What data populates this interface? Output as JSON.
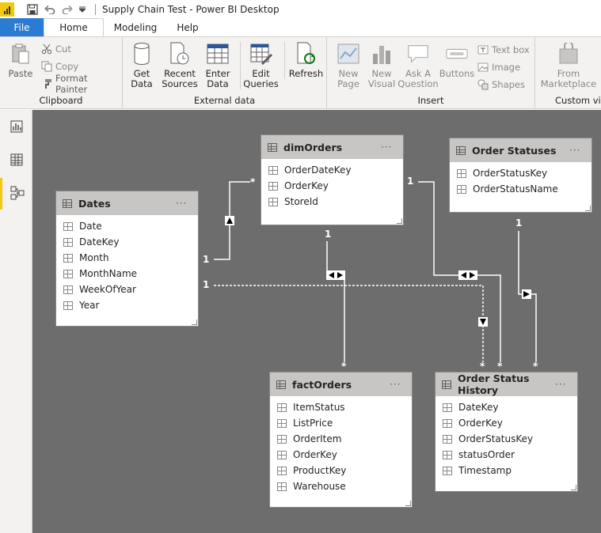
{
  "window": {
    "title": "Supply Chain Test - Power BI Desktop"
  },
  "quick_access": {
    "save_icon": "save-icon",
    "undo_icon": "undo-icon",
    "redo_icon": "redo-icon",
    "customize_icon": "chevron-down-icon"
  },
  "tabs": [
    {
      "label": "File"
    },
    {
      "label": "Home"
    },
    {
      "label": "Modeling"
    },
    {
      "label": "Help"
    }
  ],
  "ribbon": {
    "clipboard": {
      "label": "Clipboard",
      "paste": "Paste",
      "cut": "Cut",
      "copy": "Copy",
      "format_painter": "Format Painter"
    },
    "external_data": {
      "label": "External data",
      "get_data": "Get\nData",
      "recent_sources": "Recent\nSources",
      "enter_data": "Enter\nData",
      "edit_queries": "Edit\nQueries",
      "refresh": "Refresh"
    },
    "insert": {
      "label": "Insert",
      "new_page": "New\nPage",
      "new_visual": "New\nVisual",
      "ask_question": "Ask A\nQuestion",
      "buttons": "Buttons",
      "text_box": "Text box",
      "image": "Image",
      "shapes": "Shapes"
    },
    "custom_visuals": {
      "label": "Custom visu",
      "from_marketplace": "From\nMarketplace"
    }
  },
  "nav": [
    "report-view-icon",
    "data-view-icon",
    "model-view-icon"
  ],
  "tables": {
    "dimOrders": {
      "name": "dimOrders",
      "fields": [
        "OrderDateKey",
        "OrderKey",
        "StoreId"
      ]
    },
    "orderStatuses": {
      "name": "Order Statuses",
      "fields": [
        "OrderStatusKey",
        "OrderStatusName"
      ]
    },
    "dates": {
      "name": "Dates",
      "fields": [
        "Date",
        "DateKey",
        "Month",
        "MonthName",
        "WeekOfYear",
        "Year"
      ]
    },
    "factOrders": {
      "name": "factOrders",
      "fields": [
        "ItemStatus",
        "ListPrice",
        "OrderItem",
        "OrderKey",
        "ProductKey",
        "Warehouse"
      ]
    },
    "orderStatusHistory": {
      "name": "Order Status History",
      "fields": [
        "DateKey",
        "OrderKey",
        "OrderStatusKey",
        "statusOrder",
        "Timestamp"
      ]
    }
  },
  "more_label": "···",
  "cardinality": {
    "one": "1",
    "many": "*"
  },
  "colors": {
    "canvas": "#6d6d6d",
    "file_tab": "#2b7bd3",
    "accent": "#f2c811"
  }
}
